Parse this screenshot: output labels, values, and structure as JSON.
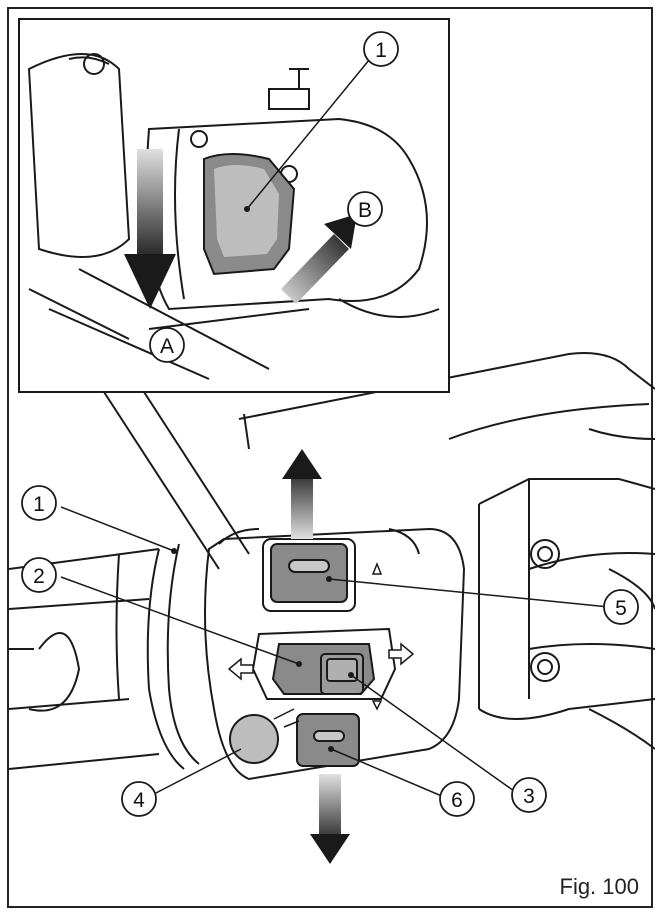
{
  "figure": {
    "label": "Fig. 100"
  },
  "inset": {
    "callouts": [
      {
        "id": "1",
        "text": "1"
      },
      {
        "id": "A",
        "text": "A"
      },
      {
        "id": "B",
        "text": "B"
      }
    ]
  },
  "main": {
    "callouts": [
      {
        "id": "1",
        "text": "1"
      },
      {
        "id": "2",
        "text": "2"
      },
      {
        "id": "3",
        "text": "3"
      },
      {
        "id": "4",
        "text": "4"
      },
      {
        "id": "5",
        "text": "5"
      },
      {
        "id": "6",
        "text": "6"
      }
    ]
  },
  "colors": {
    "line": "#1a1a1a",
    "button_fill": "#8a8a8a",
    "button_light": "#c8c8c8"
  }
}
